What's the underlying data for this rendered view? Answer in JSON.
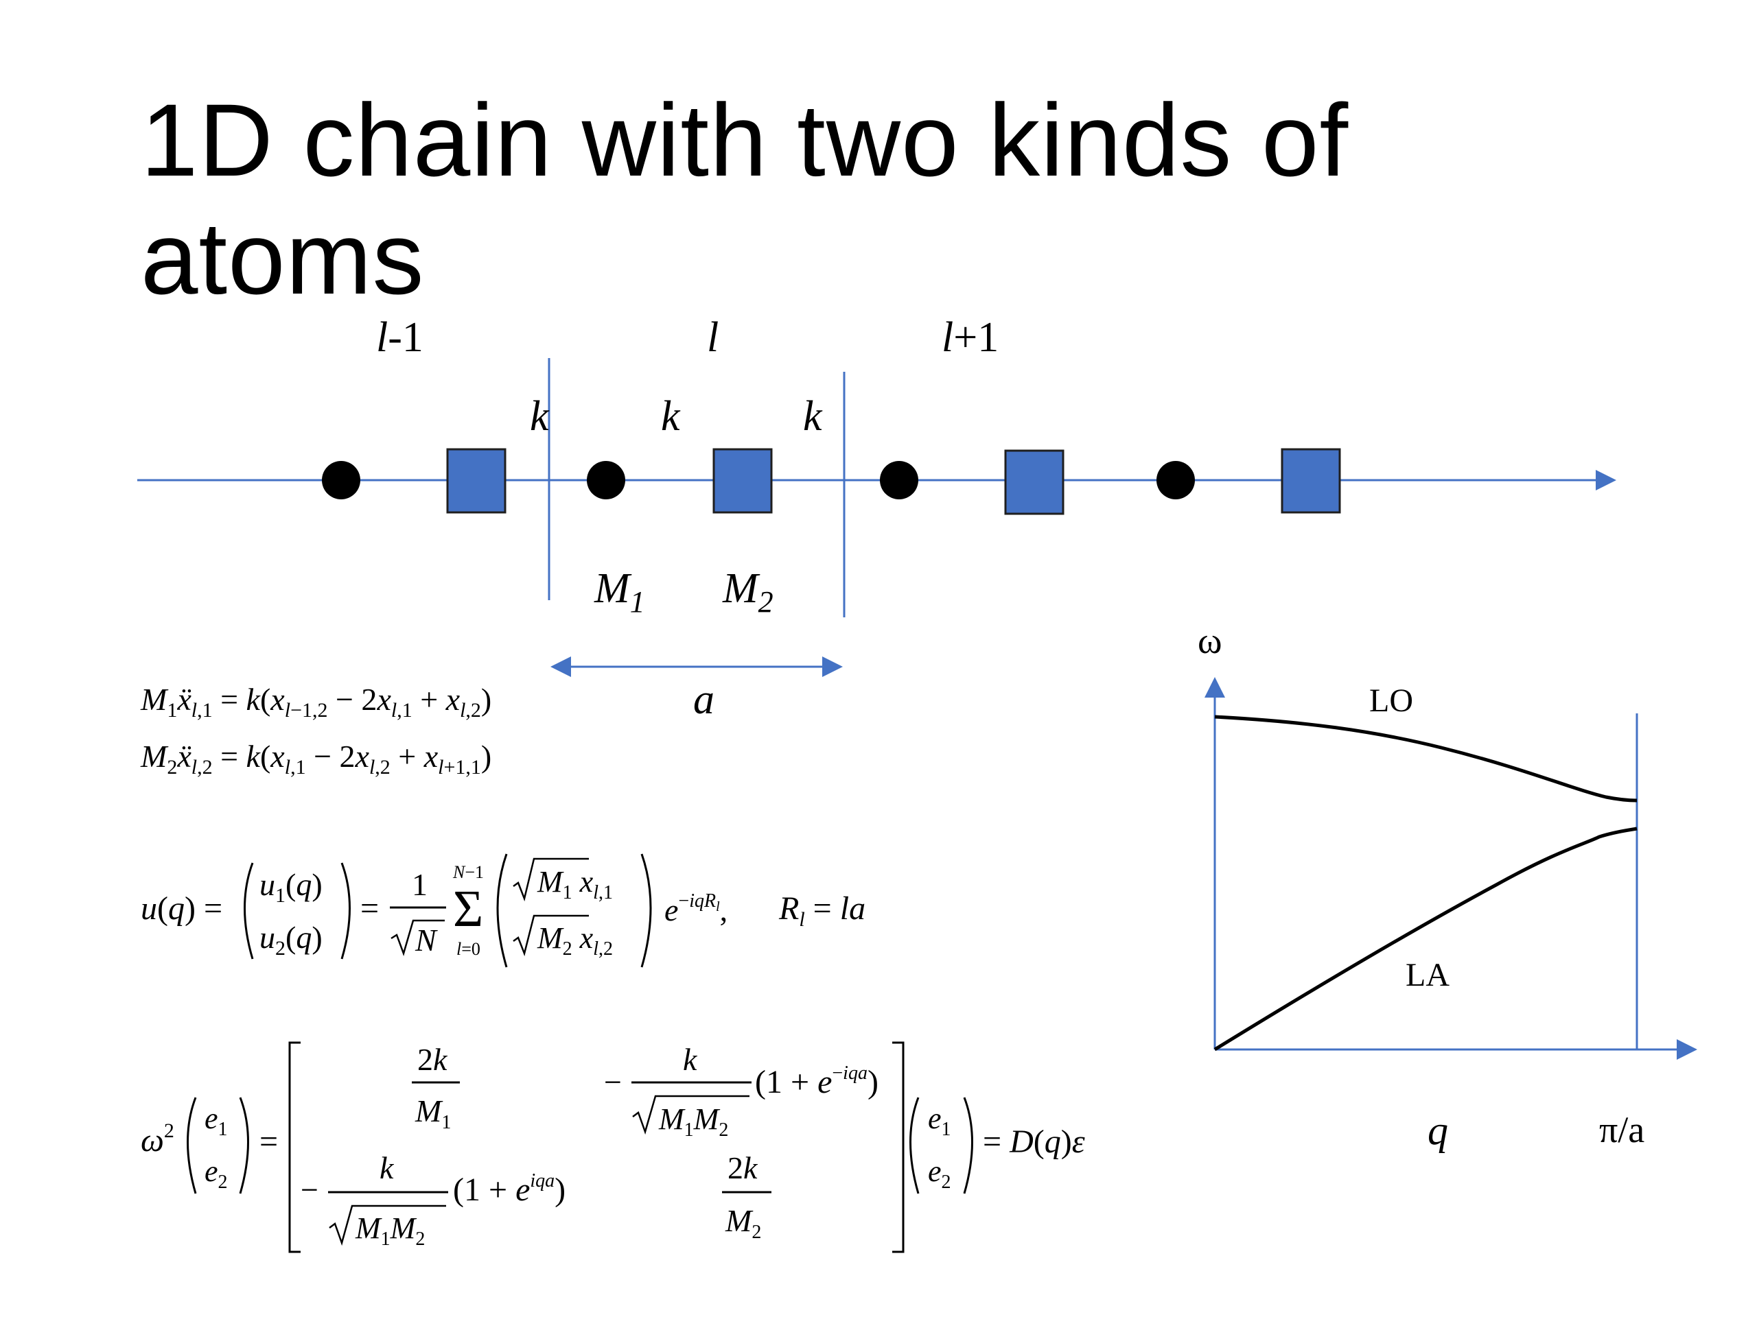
{
  "slide": {
    "title_line1": "1D chain with two kinds of",
    "title_line2": "atoms"
  },
  "chain": {
    "cell_labels": [
      "l-1",
      "l",
      "l+1"
    ],
    "spring_labels": [
      "k",
      "k",
      "k"
    ],
    "mass_labels": [
      "M1",
      "M2"
    ],
    "lattice_constant_label": "a"
  },
  "equations": {
    "eq1": "M₁ẍ_{l,1} = k(x_{l−1,2} − 2x_{l,1} + x_{l,2})",
    "eq2": "M₂ẍ_{l,2} = k(x_{l,1} − 2x_{l,2} + x_{l+1,1})",
    "eq3": "u(q) = (u₁(q), u₂(q)) = (1/√N) Σ_{l=0}^{N−1} (√M₁ x_{l,1}, √M₂ x_{l,2}) e^{−iqR_l},   R_l = la",
    "eq4": "ω² (e₁, e₂) = [[2k/M₁, −k/√(M₁M₂)(1+e^{−iqa})], [−k/√(M₁M₂)(1+e^{iqa}), 2k/M₂]] (e₁, e₂) = D(q)ε"
  },
  "dispersion": {
    "y_axis_label": "ω",
    "x_axis_label": "q",
    "boundary_label": "π/a",
    "branches": [
      "LO",
      "LA"
    ]
  },
  "colors": {
    "axis_blue": "#4472C4",
    "square_fill": "#4472C4",
    "circle_fill": "#000000"
  }
}
